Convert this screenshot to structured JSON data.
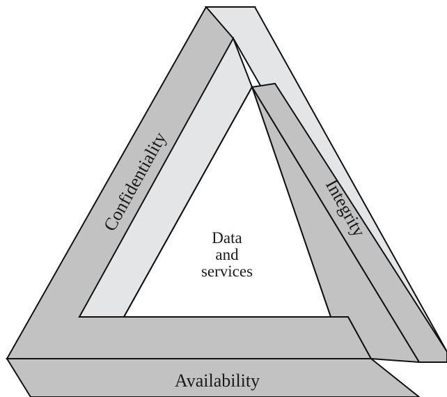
{
  "diagram": {
    "labels": {
      "left_side": "Confidentiality",
      "right_side": "Integrity",
      "bottom_side": "Availability",
      "center_line1": "Data",
      "center_line2": "and",
      "center_line3": "services"
    },
    "colors": {
      "dark_face": "#c2c2c2",
      "light_face": "#e4e5e6",
      "outline": "#111111",
      "text": "#1a1a1a",
      "background": "#ffffff"
    }
  }
}
